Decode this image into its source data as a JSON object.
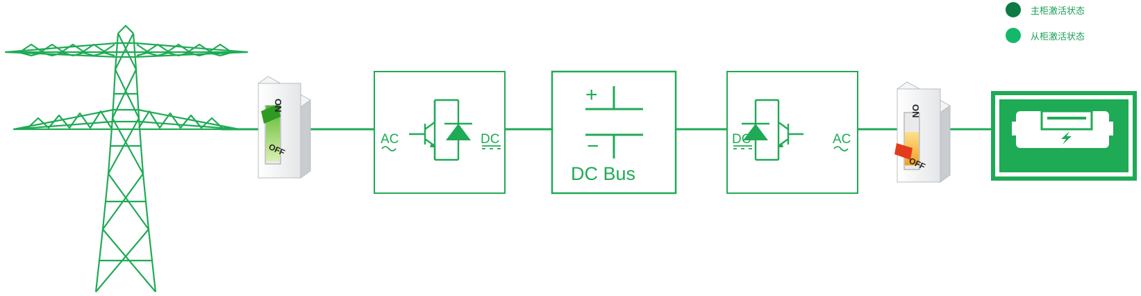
{
  "legend": {
    "items": [
      {
        "label": "主柜激活状态",
        "color": "#0b7a43"
      },
      {
        "label": "从柜激活状态",
        "color": "#15b86a"
      }
    ]
  },
  "colors": {
    "line": "#1faa55",
    "accent_dark": "#0b7a43",
    "switch_on": "#7cc840",
    "switch_off": "#f2a51c",
    "switch_red": "#e23c1c"
  },
  "switch_grid": {
    "on_label": "ON",
    "off_label": "OFF",
    "state": "on"
  },
  "rectifier": {
    "left_label": "AC",
    "right_label": "DC"
  },
  "dc_bus": {
    "plus_label": "+",
    "minus_label": "−",
    "label": "DC Bus"
  },
  "inverter": {
    "left_label": "DC",
    "right_label": "AC"
  },
  "switch_load": {
    "on_label": "ON",
    "off_label": "OFF",
    "state": "off"
  },
  "icons": {
    "grid": "transmission-tower-icon",
    "rectifier": "igbt-diode-icon",
    "inverter": "igbt-diode-icon",
    "bus": "capacitor-icon",
    "load": "battery-charging-icon"
  }
}
